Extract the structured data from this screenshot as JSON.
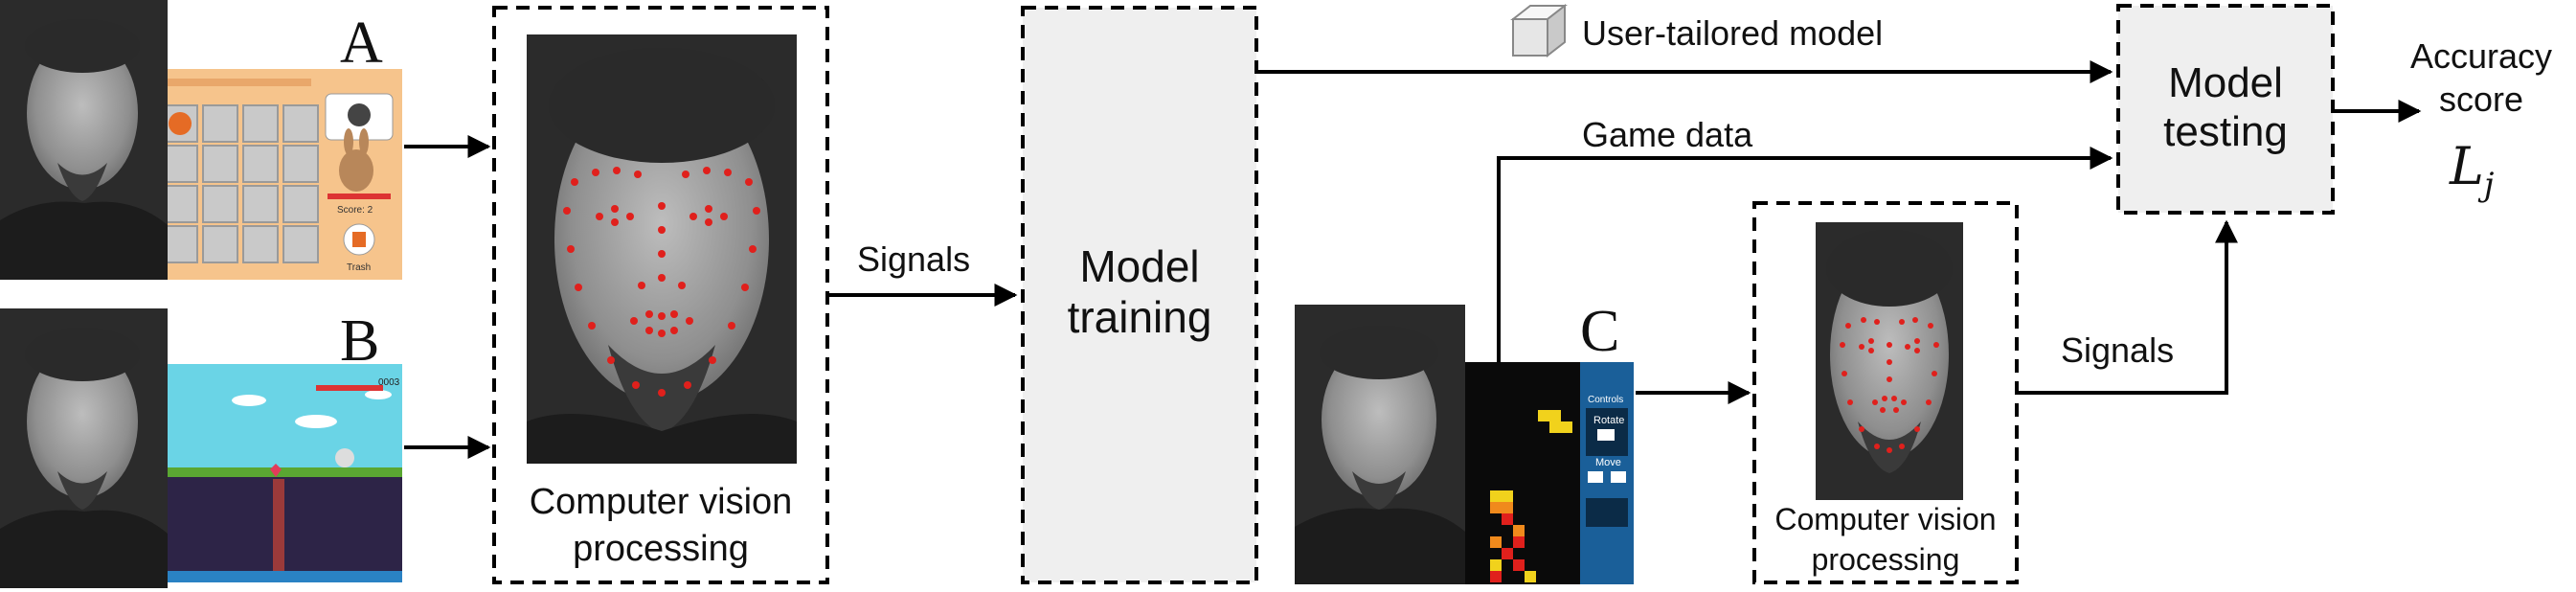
{
  "panel_letters": {
    "a": "A",
    "b": "B",
    "c": "C"
  },
  "game_a": {
    "score": "Score: 2",
    "trash": "Trash"
  },
  "game_b": {
    "counter": "0003"
  },
  "game_c": {
    "controls": "Controls",
    "rotate": "Rotate",
    "move": "Move"
  },
  "cv_left": {
    "line1": "Computer vision",
    "line2": "processing"
  },
  "cv_right": {
    "line1": "Computer vision",
    "line2": "processing"
  },
  "training": {
    "line1": "Model",
    "line2": "training"
  },
  "testing": {
    "line1": "Model",
    "line2": "testing"
  },
  "labels": {
    "signals_left": "Signals",
    "signals_right": "Signals",
    "user_model": "User-tailored model",
    "game_data": "Game data",
    "accuracy1": "Accuracy",
    "accuracy2": "score",
    "lj_base": "L",
    "lj_sub": "j"
  },
  "colors": {
    "box_fill": "#efefef",
    "landmark": "#e0201c",
    "game_a_bg": "#f6c48c",
    "game_b_sky": "#6ad4e6",
    "game_c_bg": "#1a5f99"
  }
}
